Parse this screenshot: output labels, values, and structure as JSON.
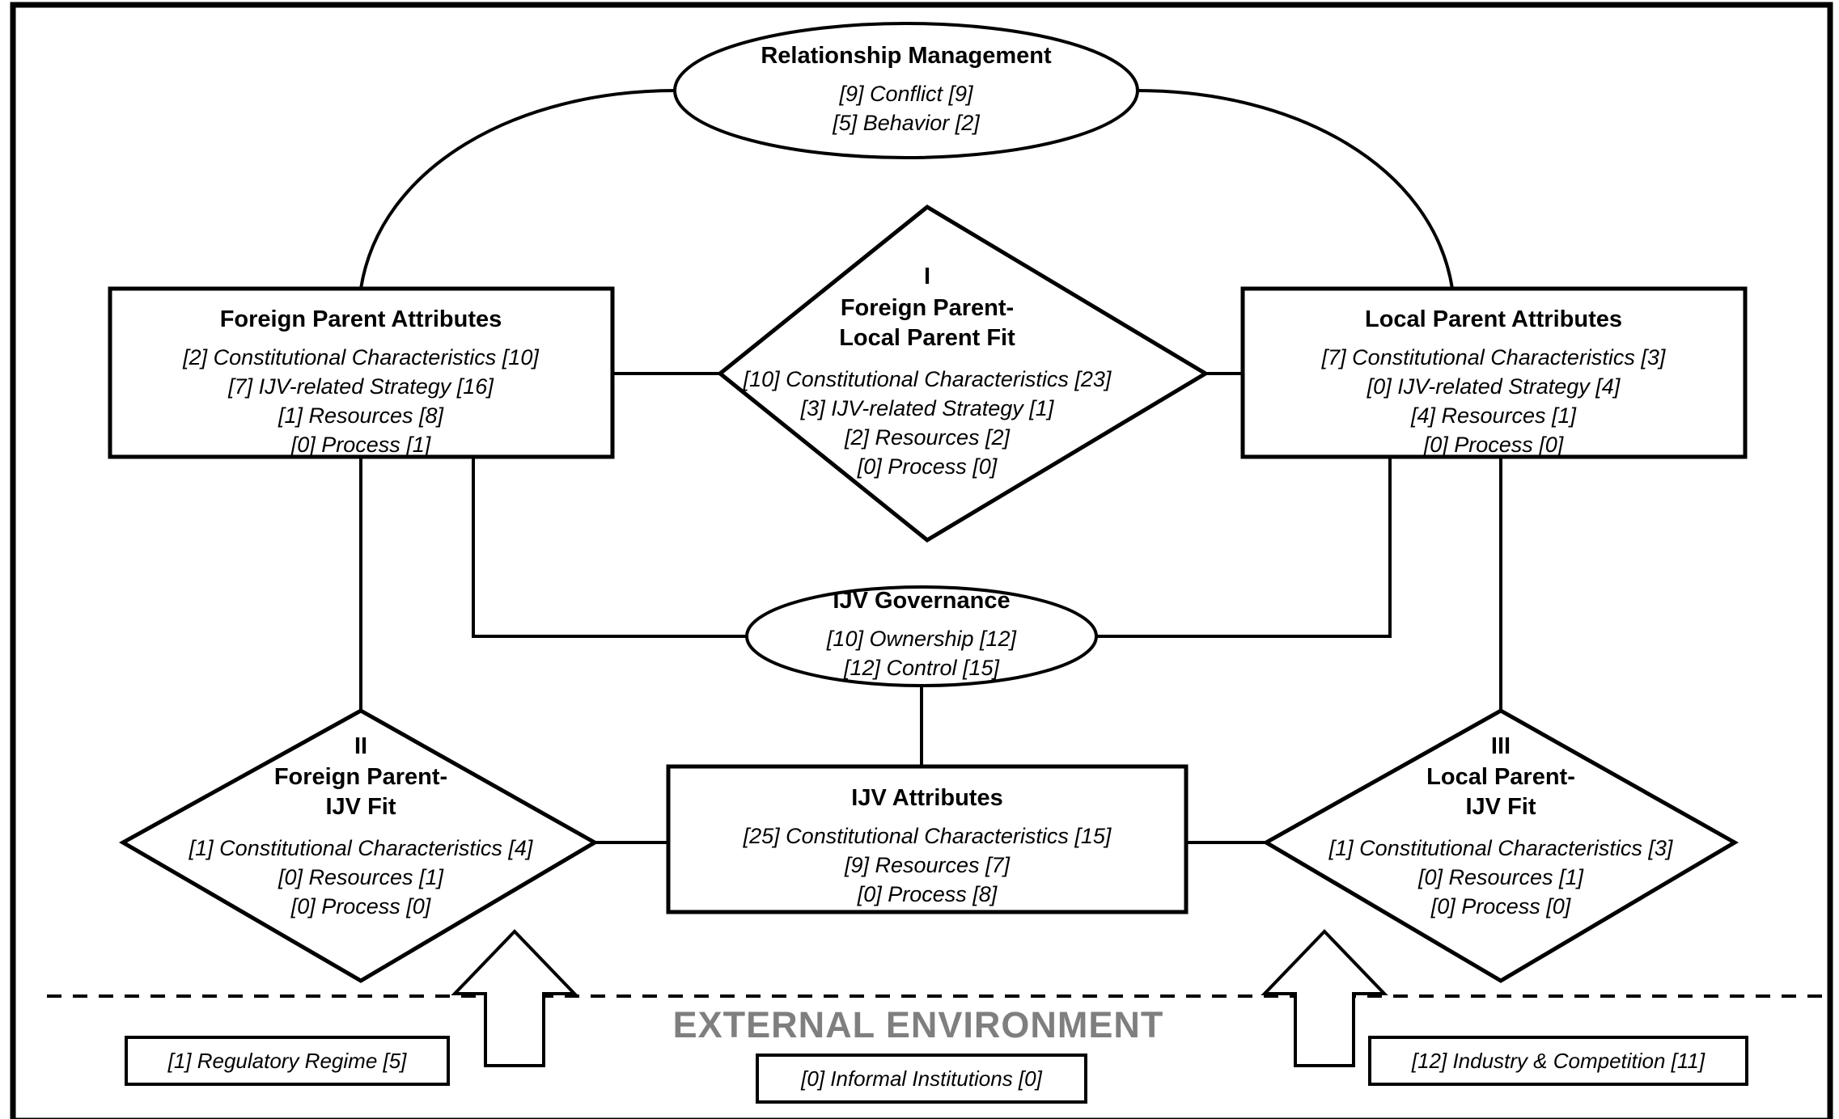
{
  "figure": {
    "environment_label": "EXTERNAL ENVIRONMENT",
    "frame_color": "#000000",
    "environment_text_color": "#7f7f7f",
    "divider_style": "dashed"
  },
  "nodes": {
    "relationship_management": {
      "shape": "ellipse",
      "title": "Relationship Management",
      "items": [
        "[9]  Conflict  [9]",
        "[5]  Behavior  [2]"
      ]
    },
    "foreign_parent_attributes": {
      "shape": "rectangle",
      "title": "Foreign Parent Attributes",
      "items": [
        "[2]  Constitutional Characteristics  [10]",
        "[7]  IJV-related Strategy  [16]",
        "[1]  Resources  [8]",
        "[0]  Process  [1]"
      ]
    },
    "local_parent_attributes": {
      "shape": "rectangle",
      "title": "Local Parent Attributes",
      "items": [
        "[7]  Constitutional Characteristics  [3]",
        "[0]  IJV-related Strategy  [4]",
        "[4]  Resources  [1]",
        "[0]  Process  [0]"
      ]
    },
    "fit_i": {
      "shape": "diamond",
      "numeral": "I",
      "title_line1": "Foreign Parent-",
      "title_line2": "Local Parent Fit",
      "items": [
        "[10]  Constitutional Characteristics  [23]",
        "[3]  IJV-related Strategy  [1]",
        "[2]  Resources  [2]",
        "[0]  Process  [0]"
      ]
    },
    "ijv_governance": {
      "shape": "ellipse",
      "title": "IJV Governance",
      "items": [
        "[10]  Ownership  [12]",
        "[12]  Control  [15]"
      ]
    },
    "fit_ii": {
      "shape": "diamond",
      "numeral": "II",
      "title_line1": "Foreign Parent-",
      "title_line2": "IJV Fit",
      "items": [
        "[1]  Constitutional Characteristics  [4]",
        "[0]  Resources  [1]",
        "[0]  Process  [0]"
      ]
    },
    "fit_iii": {
      "shape": "diamond",
      "numeral": "III",
      "title_line1": "Local Parent-",
      "title_line2": "IJV Fit",
      "items": [
        "[1]  Constitutional Characteristics  [3]",
        "[0]  Resources  [1]",
        "[0]  Process  [0]"
      ]
    },
    "ijv_attributes": {
      "shape": "rectangle",
      "title": "IJV Attributes",
      "items": [
        "[25]  Constitutional Characteristics  [15]",
        "[9]  Resources  [7]",
        "[0]  Process  [8]"
      ]
    },
    "regulatory_regime": {
      "shape": "rectangle",
      "label": "[1]  Regulatory Regime  [5]"
    },
    "informal_institutions": {
      "shape": "rectangle",
      "label": "[0]  Informal Institutions  [0]"
    },
    "industry_competition": {
      "shape": "rectangle",
      "label": "[12]  Industry & Competition  [11]"
    }
  }
}
